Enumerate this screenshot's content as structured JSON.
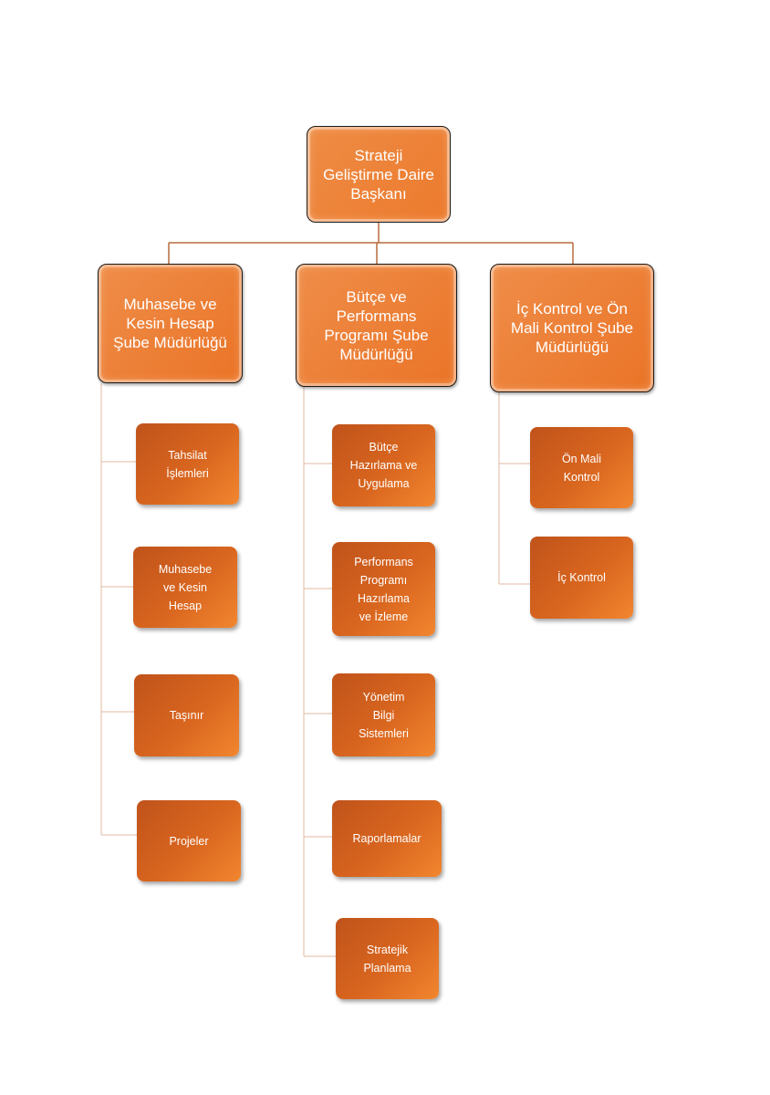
{
  "org_chart": {
    "root": {
      "label": "Strateji\nGeliştirme Daire\nBaşkanı"
    },
    "branches": [
      {
        "label": "Muhasebe ve\nKesin Hesap\nŞube Müdürlüğü",
        "children": [
          "Tahsilat\nİşlemleri",
          "Muhasebe\nve Kesin\nHesap",
          "Taşınır",
          "Projeler"
        ]
      },
      {
        "label": "Bütçe ve\nPerformans\nProgramı Şube\nMüdürlüğü",
        "children": [
          "Bütçe\nHazırlama ve\nUygulama",
          "Performans\nProgramı\nHazırlama\nve İzleme",
          "Yönetim\nBilgi\nSistemleri",
          "Raporlamalar",
          "Stratejik\nPlanlama"
        ]
      },
      {
        "label": "İç Kontrol ve Ön\nMali Kontrol Şube\nMüdürlüğü",
        "children": [
          "Ön Mali\nKontrol",
          "İç Kontrol"
        ]
      }
    ],
    "colors": {
      "box_orange": "#ec7a2d",
      "leaf_orange_dark": "#c0531b",
      "leaf_orange_light": "#f2862f",
      "connector": "#b86a3c",
      "box_border": "#1a1a1a"
    }
  }
}
